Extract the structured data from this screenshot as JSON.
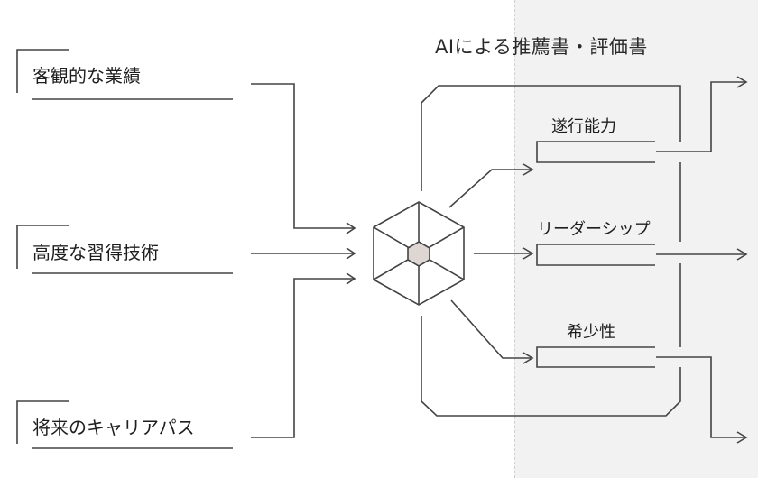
{
  "title": "AIによる推薦書・評価書",
  "inputs": [
    {
      "label": "客観的な業績"
    },
    {
      "label": "高度な習得技術"
    },
    {
      "label": "将来のキャリアパス"
    }
  ],
  "core": {
    "icon": "hexagon-engine-icon",
    "center_color": "#ddd6d2"
  },
  "outputs": [
    {
      "label": "遂行能力"
    },
    {
      "label": "リーダーシップ"
    },
    {
      "label": "希少性"
    }
  ],
  "colors": {
    "line": "#444444",
    "panel_bg": "#f2f2f2"
  }
}
